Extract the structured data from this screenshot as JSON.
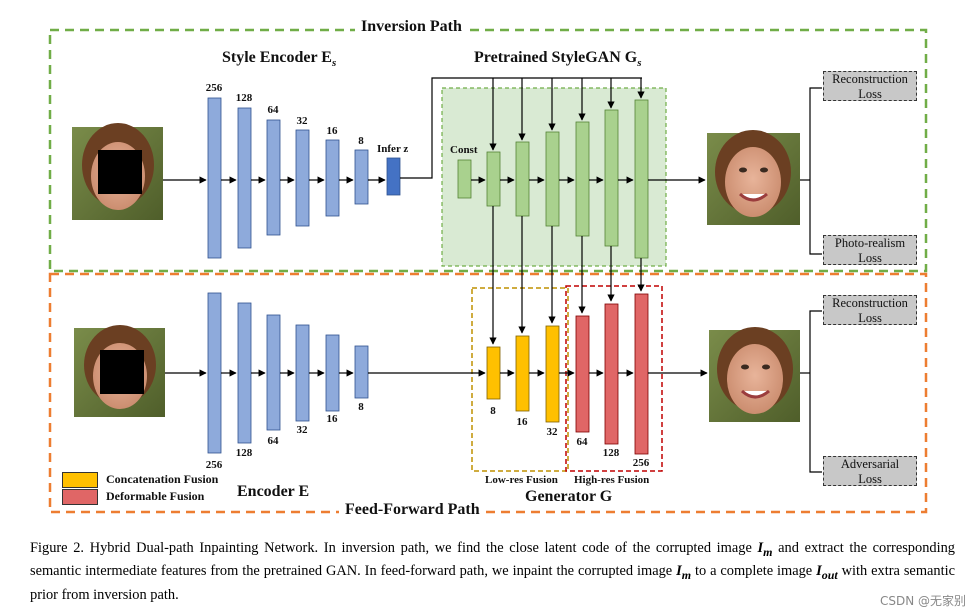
{
  "titles": {
    "inversion_path": "Inversion Path",
    "feed_forward_path": "Feed-Forward Path",
    "style_encoder": "Style Encoder E",
    "style_encoder_sub": "s",
    "pretrained_stylegan": "Pretrained StyleGAN G",
    "pretrained_stylegan_sub": "s",
    "encoder": "Encoder E",
    "generator": "Generator G",
    "infer_z": "Infer z",
    "const": "Const",
    "low_res_fusion": "Low-res Fusion",
    "high_res_fusion": "High-res Fusion"
  },
  "style_encoder_dims": [
    "256",
    "128",
    "64",
    "32",
    "16",
    "8"
  ],
  "encoder_dims": [
    "256",
    "128",
    "64",
    "32",
    "16",
    "8"
  ],
  "generator_dims": [
    "8",
    "16",
    "32",
    "64",
    "128",
    "256"
  ],
  "losses": {
    "top_reconstruction": [
      "Reconstruction",
      "Loss"
    ],
    "photo_realism": [
      "Photo-realism",
      "Loss"
    ],
    "bottom_reconstruction": [
      "Reconstruction",
      "Loss"
    ],
    "adversarial": [
      "Adversarial",
      "Loss"
    ]
  },
  "legend": {
    "concatenation": "Concatenation Fusion",
    "deformable": "Deformable Fusion"
  },
  "colors": {
    "encoder_blue": "#8eaadb",
    "latent_blue": "#4472c4",
    "stylegan_green": "#a9d18e",
    "concat_yellow": "#ffc000",
    "deform_red": "#e06666",
    "inversion_border": "#70ad47",
    "feedforward_border": "#ed7d31"
  },
  "caption": {
    "part1": "Figure 2.  Hybrid Dual-path Inpainting Network.  In inversion path, we find the close latent code of the corrupted image ",
    "im_1": "I",
    "im_1_sub": "m",
    "part2": " and extract the corresponding semantic intermediate features from the pretrained GAN. In feed-forward path, we inpaint the corrupted image ",
    "im_2": "I",
    "im_2_sub": "m",
    "part3": " to a complete image ",
    "iout": "I",
    "iout_sub": "out",
    "part4": " with extra semantic prior from inversion path."
  },
  "watermark": "CSDN @无家别"
}
